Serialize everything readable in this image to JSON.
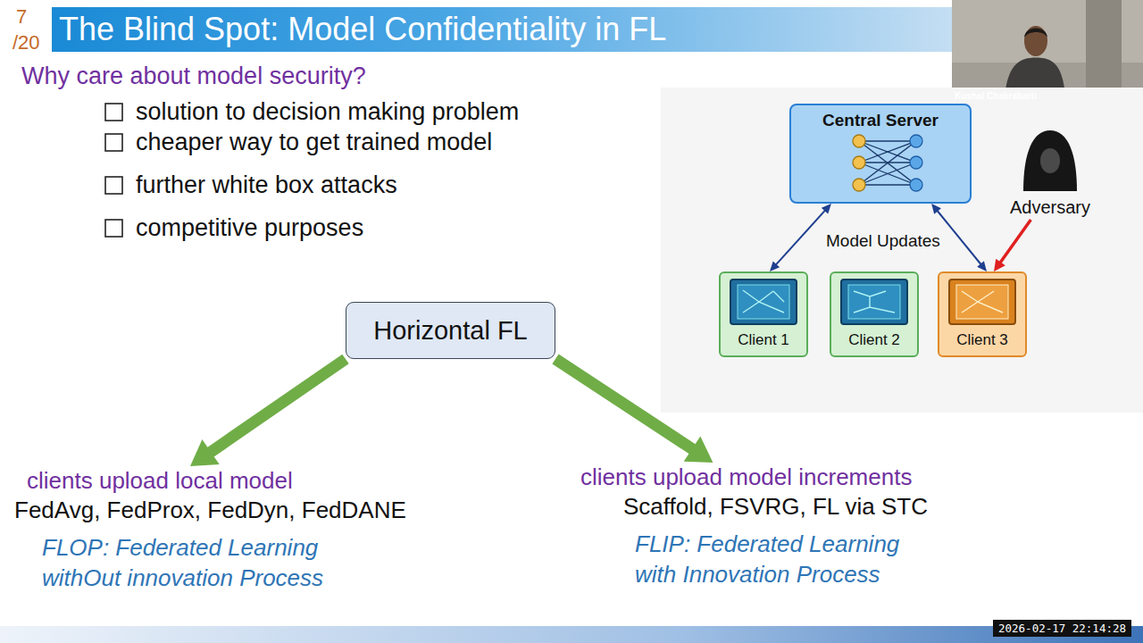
{
  "diagram": {
    "title": "The Blind Spot: Model Confidentiality in FL",
    "nodes": [
      {
        "text": [
          "Central Server"
        ]
      },
      {
        "text": [
          "Adversary"
        ]
      },
      {
        "text": [
          "Client 1"
        ]
      },
      {
        "text": [
          "Client 2"
        ]
      },
      {
        "text": [
          "Client 3"
        ]
      },
      {
        "text": [
          "Horizontal FL"
        ]
      },
      {
        "text": [
          "clients upload local model",
          "FedAvg, FedProx, FedDyn, FedDANE",
          "FLOP: Federated Learning withOut innovation Process"
        ]
      },
      {
        "text": [
          "clients upload model increments",
          "Scaffold, FSVRG, FL via STC",
          "FLIP: Federated Learning with Innovation Process"
        ]
      }
    ],
    "edges": [
      {
        "from": 0,
        "to": 2,
        "arrow": "both"
      },
      {
        "from": 0,
        "to": 4,
        "arrow": "both"
      },
      {
        "from": 1,
        "to": 4,
        "arrow": "to"
      },
      {
        "from": 5,
        "to": 6,
        "arrow": "to"
      },
      {
        "from": 5,
        "to": 7,
        "arrow": "to"
      }
    ],
    "labels": [
      "7",
      "/20",
      "Why care about model security?",
      "solution to decision making problem",
      "cheaper way to get trained model",
      "further white box attacks",
      "competitive purposes",
      "Model Updates",
      "Kushal Chakrabarti",
      "2026-02-17 22:14:28"
    ]
  }
}
